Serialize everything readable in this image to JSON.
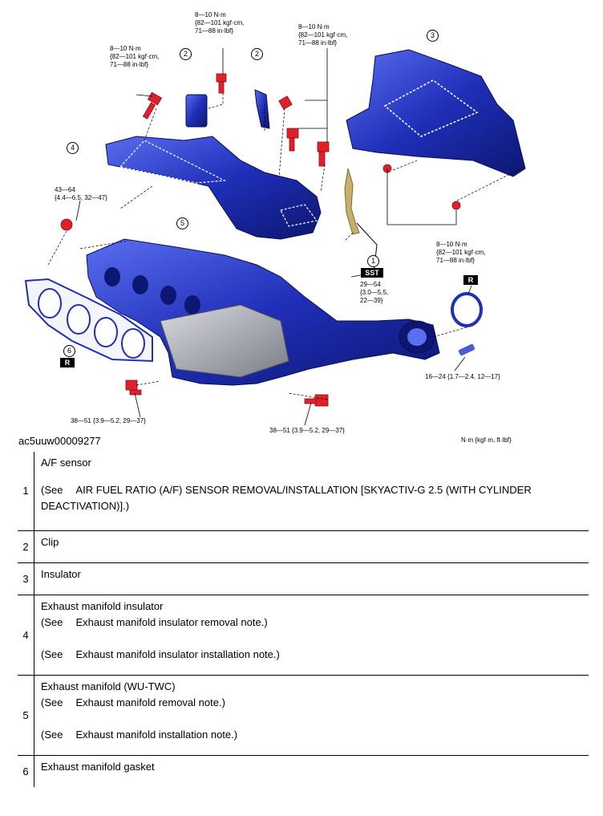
{
  "figure": {
    "id": "ac5uuw00009277",
    "units_note": "N·m {kgf·m, ft·lbf}",
    "torque_labels": {
      "t_clip_top": "8—10 N·m\n{82—101 kgf·cm,\n71—88 in·lbf}",
      "t_left_top": "8—10 N·m\n{82—101 kgf·cm,\n71—88 in·lbf}",
      "t_right_top": "8—10 N·m\n{82—101 kgf·cm,\n71—88 in·lbf}",
      "t_insulator_bottom": "8—10 N·m\n{82—101 kgf·cm,\n71—88 in·lbf}",
      "t_manifold_nut": "43—64\n{4.4—6.5, 32—47}",
      "t_af_sensor": "29—54\n{3.0—5.5,\n22—39}",
      "t_stud": "16—24 {1.7—2.4, 12—17}",
      "t_bolt_left": "38—51 {3.9—5.2, 29—37}",
      "t_bolt_right": "38—51 {3.9—5.2, 29—37}"
    },
    "callouts": {
      "c1": "1",
      "c2a": "2",
      "c2b": "2",
      "c3": "3",
      "c4": "4",
      "c5": "5",
      "c6": "6"
    },
    "tags": {
      "sst": "SST",
      "r_gasket": "R",
      "r_ring": "R"
    }
  },
  "parts_table": {
    "rows": [
      {
        "num": "1",
        "name": "A/F sensor",
        "refs": [
          {
            "prefix": "(See",
            "text": "AIR FUEL RATIO (A/F) SENSOR REMOVAL/INSTALLATION [SKYACTIV-G 2.5 (WITH CYLINDER DEACTIVATION)].)"
          }
        ]
      },
      {
        "num": "2",
        "name": "Clip",
        "refs": []
      },
      {
        "num": "3",
        "name": "Insulator",
        "refs": []
      },
      {
        "num": "4",
        "name": "Exhaust manifold insulator",
        "refs": [
          {
            "prefix": "(See",
            "text": "Exhaust manifold insulator removal note.)"
          },
          {
            "prefix": "(See",
            "text": "Exhaust manifold insulator installation note.)"
          }
        ]
      },
      {
        "num": "5",
        "name": "Exhaust manifold (WU-TWC)",
        "refs": [
          {
            "prefix": "(See",
            "text": "Exhaust manifold removal note.)"
          },
          {
            "prefix": "(See",
            "text": "Exhaust manifold installation note.)"
          }
        ]
      },
      {
        "num": "6",
        "name": "Exhaust manifold gasket",
        "refs": []
      }
    ]
  },
  "colors": {
    "part_blue": "#1f2fb8",
    "fastener_red": "#e0202a",
    "sensor_tan": "#c8b06a"
  }
}
